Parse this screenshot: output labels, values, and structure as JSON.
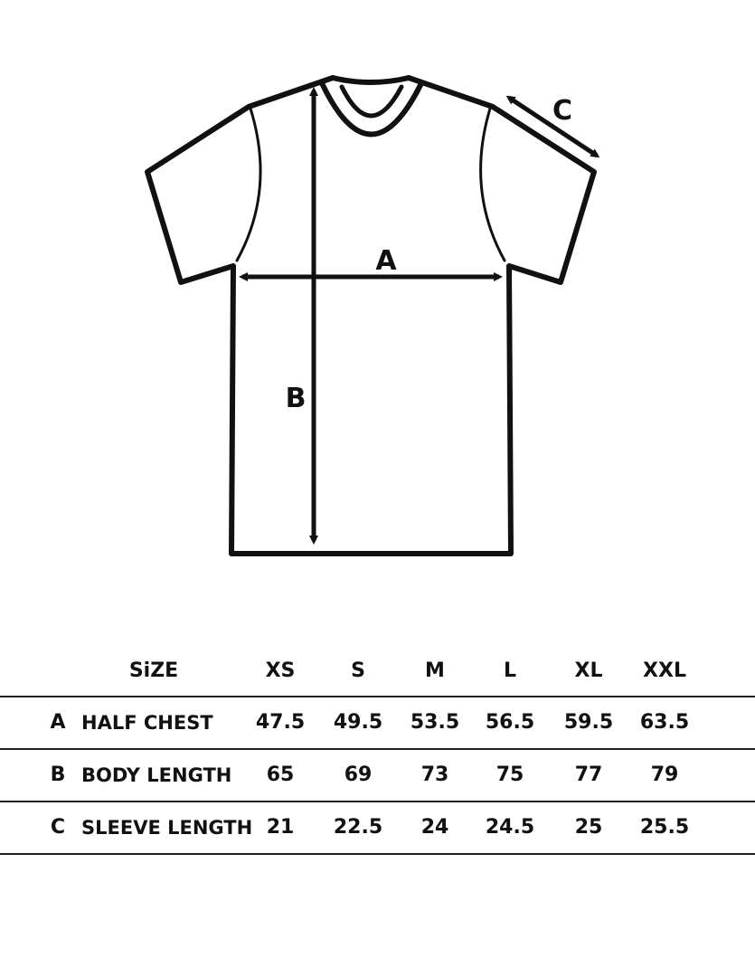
{
  "diagram": {
    "label_a": "A",
    "label_b": "B",
    "label_c": "C"
  },
  "table": {
    "size_header": "SiZE",
    "sizes": [
      "XS",
      "S",
      "M",
      "L",
      "XL",
      "XXL"
    ],
    "rows": [
      {
        "code": "A",
        "label": "HALF CHEST",
        "values": [
          "47.5",
          "49.5",
          "53.5",
          "56.5",
          "59.5",
          "63.5"
        ]
      },
      {
        "code": "B",
        "label": "BODY LENGTH",
        "values": [
          "65",
          "69",
          "73",
          "75",
          "77",
          "79"
        ]
      },
      {
        "code": "C",
        "label": "SLEEVE LENGTH",
        "values": [
          "21",
          "22.5",
          "24",
          "24.5",
          "25",
          "25.5"
        ]
      }
    ]
  }
}
